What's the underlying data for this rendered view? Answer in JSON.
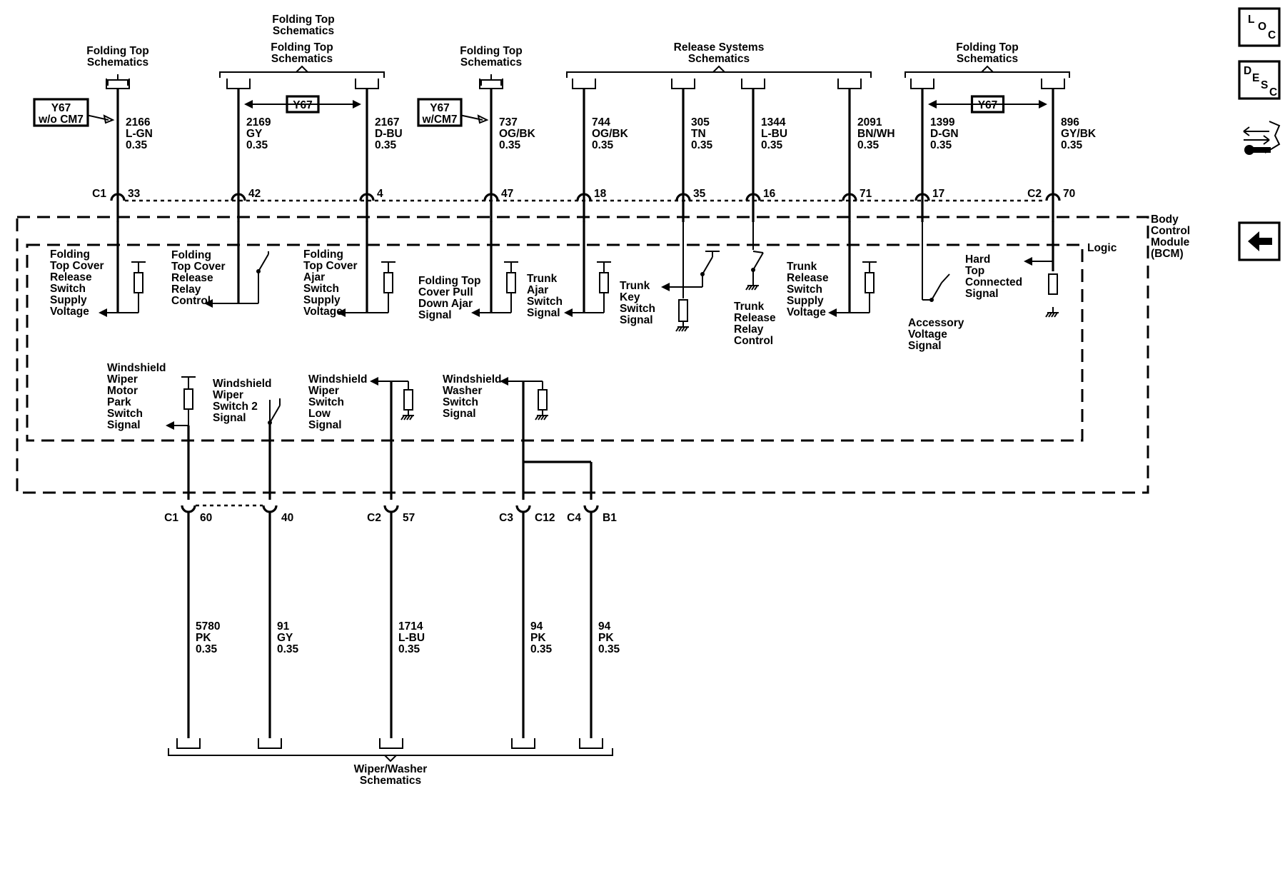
{
  "header": {
    "ft1": [
      "Folding Top",
      "Schematics"
    ],
    "ft2a": [
      "Folding Top",
      "Schematics"
    ],
    "ft2b": [
      "Folding Top",
      "Schematics"
    ],
    "ft3": [
      "Folding Top",
      "Schematics"
    ],
    "rel": [
      "Release Systems",
      "Schematics"
    ],
    "ft4": [
      "Folding Top",
      "Schematics"
    ],
    "bottom": [
      "Wiper/Washer",
      "Schematics"
    ]
  },
  "options": {
    "y67_wo": [
      "Y67",
      "w/o CM7"
    ],
    "y67_w": [
      "Y67",
      "w/CM7"
    ],
    "y67_a": "Y67",
    "y67_b": "Y67"
  },
  "wires_top": [
    {
      "circuit": "2166",
      "color": "L-GN",
      "gauge": "0.35",
      "pin": "33",
      "conn": "C1"
    },
    {
      "circuit": "2169",
      "color": "GY",
      "gauge": "0.35",
      "pin": "42"
    },
    {
      "circuit": "2167",
      "color": "D-BU",
      "gauge": "0.35",
      "pin": "4"
    },
    {
      "circuit": "737",
      "color": "OG/BK",
      "gauge": "0.35",
      "pin": "47"
    },
    {
      "circuit": "744",
      "color": "OG/BK",
      "gauge": "0.35",
      "pin": "18"
    },
    {
      "circuit": "305",
      "color": "TN",
      "gauge": "0.35",
      "pin": "35"
    },
    {
      "circuit": "1344",
      "color": "L-BU",
      "gauge": "0.35",
      "pin": "16"
    },
    {
      "circuit": "2091",
      "color": "BN/WH",
      "gauge": "0.35",
      "pin": "71"
    },
    {
      "circuit": "1399",
      "color": "D-GN",
      "gauge": "0.35",
      "pin": "17"
    },
    {
      "circuit": "896",
      "color": "GY/BK",
      "gauge": "0.35",
      "pin": "70",
      "conn": "C2"
    }
  ],
  "wires_bottom": [
    {
      "circuit": "5780",
      "color": "PK",
      "gauge": "0.35",
      "pin": "60",
      "conn": "C1"
    },
    {
      "circuit": "91",
      "color": "GY",
      "gauge": "0.35",
      "pin": "40"
    },
    {
      "circuit": "1714",
      "color": "L-BU",
      "gauge": "0.35",
      "pin": "57",
      "conn": "C2"
    },
    {
      "circuit": "94",
      "color": "PK",
      "gauge": "0.35",
      "pin": "C12",
      "conn": "C3"
    },
    {
      "circuit": "94",
      "color": "PK",
      "gauge": "0.35",
      "pin": "B1",
      "conn": "C4"
    }
  ],
  "module": {
    "name": [
      "Body",
      "Control",
      "Module",
      "(BCM)"
    ],
    "logic": "Logic"
  },
  "signals": {
    "s1": [
      "Folding",
      "Top Cover",
      "Release",
      "Switch",
      "Supply",
      "Voltage"
    ],
    "s2": [
      "Folding",
      "Top Cover",
      "Release",
      "Relay",
      "Control"
    ],
    "s3": [
      "Folding",
      "Top Cover",
      "Ajar",
      "Switch",
      "Supply",
      "Voltage"
    ],
    "s4": [
      "Folding Top",
      "Cover Pull",
      "Down Ajar",
      "Signal"
    ],
    "s5": [
      "Trunk",
      "Ajar",
      "Switch",
      "Signal"
    ],
    "s6": [
      "Trunk",
      "Key",
      "Switch",
      "Signal"
    ],
    "s7": [
      "Trunk",
      "Release",
      "Relay",
      "Control"
    ],
    "s8": [
      "Trunk",
      "Release",
      "Switch",
      "Supply",
      "Voltage"
    ],
    "s9": [
      "Accessory",
      "Voltage",
      "Signal"
    ],
    "s10": [
      "Hard",
      "Top",
      "Connected",
      "Signal"
    ],
    "b1": [
      "Windshield",
      "Wiper",
      "Motor",
      "Park",
      "Switch",
      "Signal"
    ],
    "b2": [
      "Windshield",
      "Wiper",
      "Switch 2",
      "Signal"
    ],
    "b3": [
      "Windshield",
      "Wiper",
      "Switch",
      "Low",
      "Signal"
    ],
    "b4": [
      "Windshield",
      "Washer",
      "Switch",
      "Signal"
    ]
  },
  "nav": {
    "loc": [
      "L",
      "O",
      "C"
    ],
    "desc": [
      "D",
      "E",
      "S",
      "C"
    ]
  },
  "icons": [
    "loc-button",
    "desc-button",
    "connector-icon",
    "back-arrow-icon"
  ]
}
